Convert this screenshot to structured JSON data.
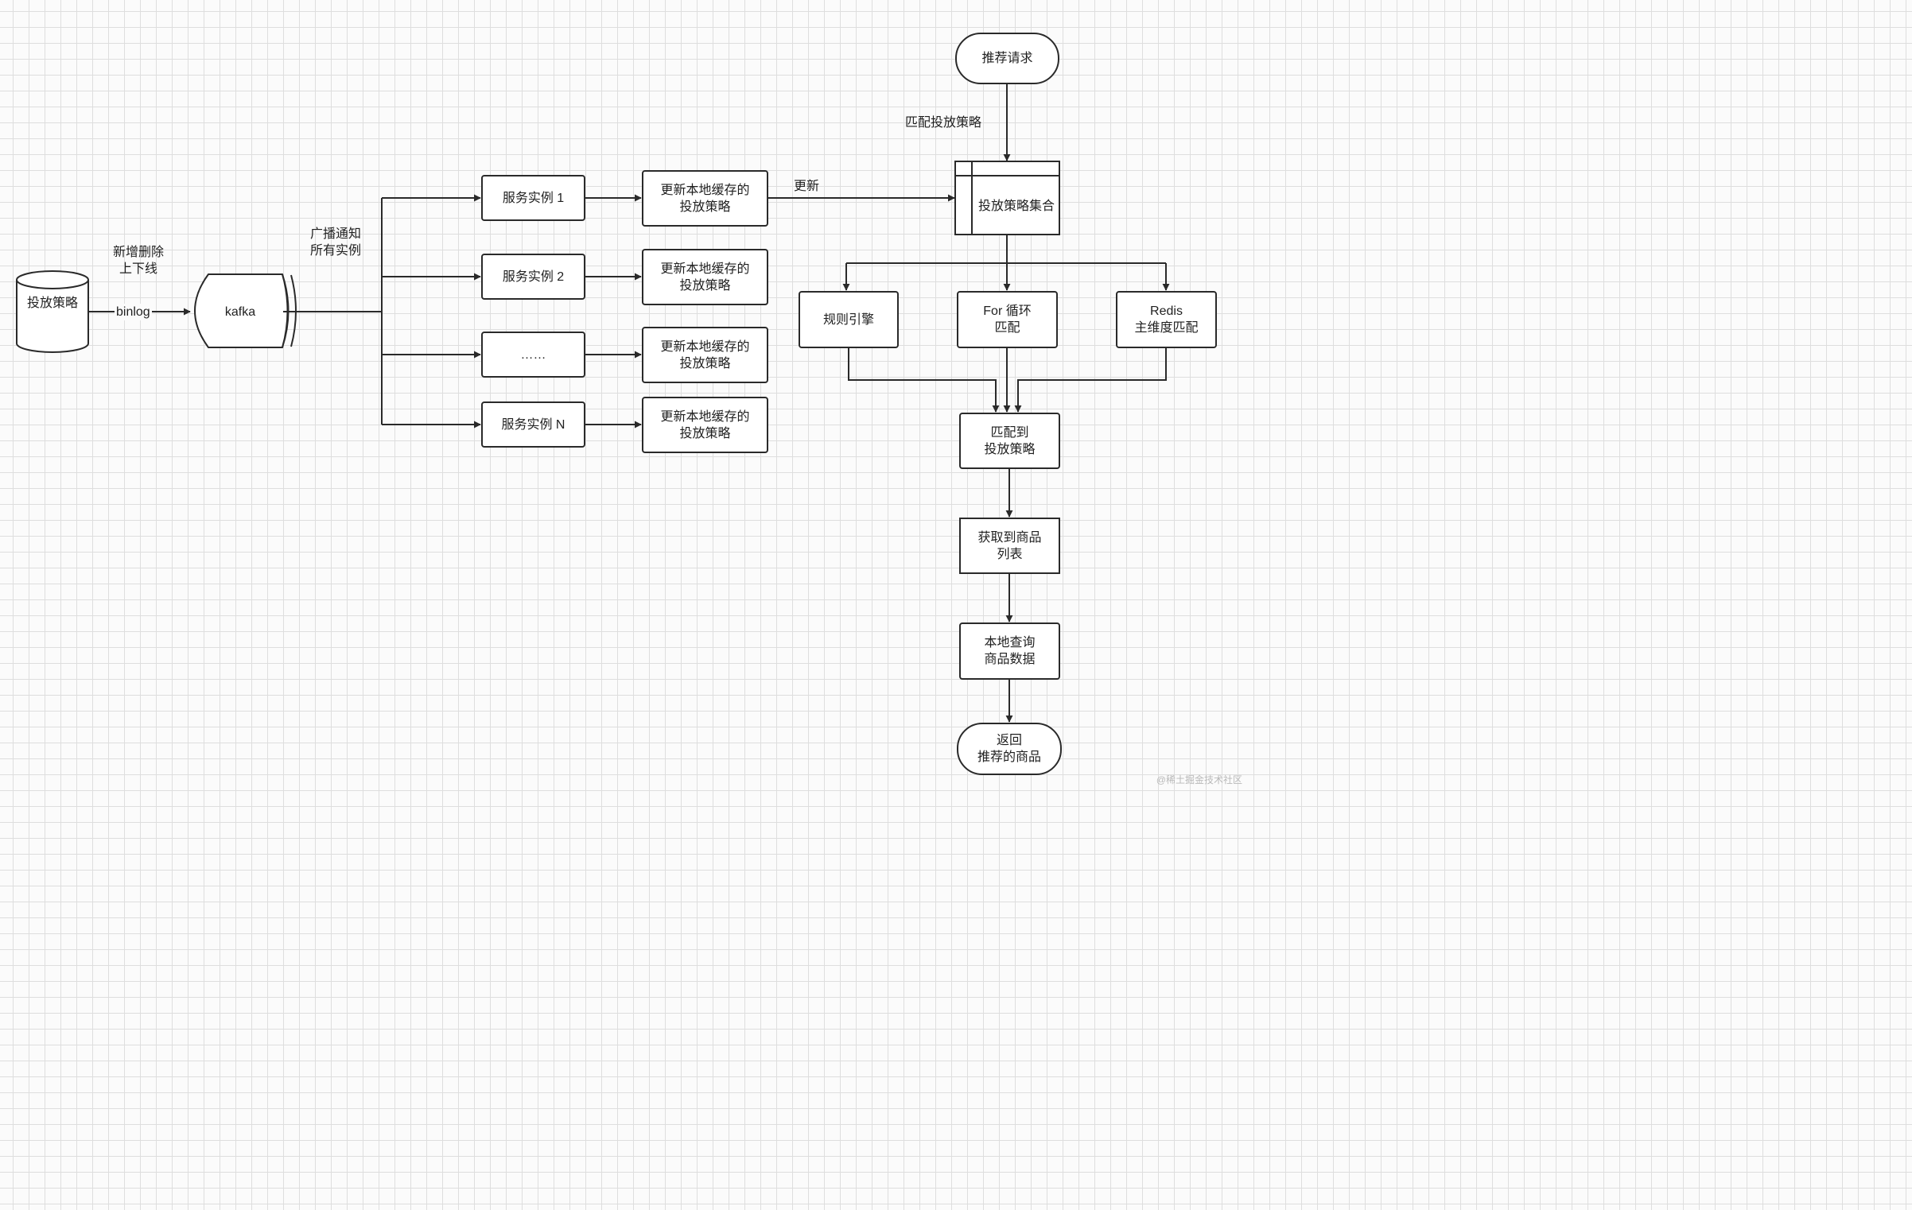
{
  "nodes": {
    "db": "投放策略",
    "kafka": "kafka",
    "svc1": "服务实例 1",
    "svc2": "服务实例 2",
    "svc3": "……",
    "svcN": "服务实例 N",
    "upd1": "更新本地缓存的\n投放策略",
    "upd2": "更新本地缓存的\n投放策略",
    "upd3": "更新本地缓存的\n投放策略",
    "upd4": "更新本地缓存的\n投放策略",
    "req": "推荐请求",
    "set": "投放策略集合",
    "rule": "规则引擎",
    "forloop": "For 循环\n匹配",
    "redis": "Redis\n主维度匹配",
    "matched": "匹配到\n投放策略",
    "products": "获取到商品\n列表",
    "query": "本地查询\n商品数据",
    "ret": "返回\n推荐的商品"
  },
  "labels": {
    "add_delete": "新增删除\n上下线",
    "binlog": "binlog",
    "broadcast": "广播通知\n所有实例",
    "update": "更新",
    "match_policy": "匹配投放策略"
  },
  "watermark": "@稀土掘金技术社区",
  "colors": {
    "stroke": "#2a2a2a",
    "grid": "#dedede",
    "background": "#fbfbfb"
  }
}
